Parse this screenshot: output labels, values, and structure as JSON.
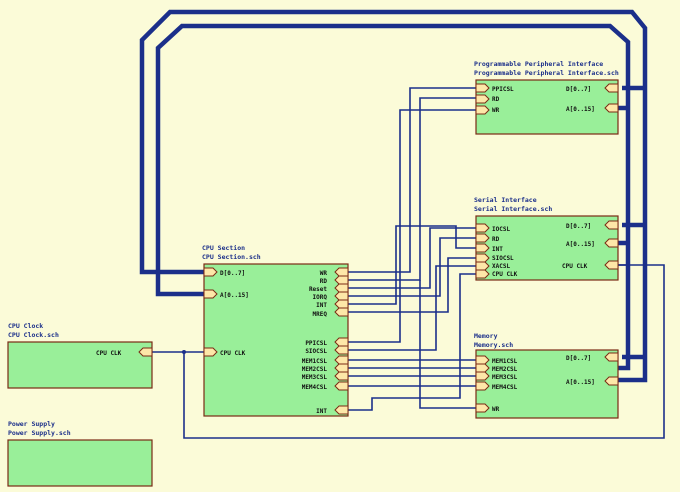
{
  "sheets": {
    "prog_periph": {
      "titles": [
        "Programmable Peripheral Interface",
        "Programmable Peripheral Interface.sch"
      ],
      "left_ports": [
        "PPICSL",
        "RD",
        "WR"
      ],
      "right_ports": [
        "D[0..7]",
        "A[0..15]"
      ]
    },
    "serial": {
      "titles": [
        "Serial Interface",
        "Serial Interface.sch"
      ],
      "left_ports": [
        "IOCSL",
        "RD",
        "INT",
        "SIOCSL",
        "XACSL",
        "CPU CLK"
      ],
      "right_ports": [
        "D[0..7]",
        "A[0..15]",
        "CPU CLK"
      ]
    },
    "cpu": {
      "titles": [
        "CPU Section",
        "CPU Section.sch"
      ],
      "left_ports": [
        "D[0..7]",
        "A[0..15]",
        "CPU CLK"
      ],
      "right_ports_top": [
        "WR",
        "RD",
        "Reset",
        "IORQ",
        "INT",
        "MREQ"
      ],
      "right_ports_bottom": [
        "PPICSL",
        "SIOCSL",
        "MEM1CSL",
        "MEM2CSL",
        "MEM3CSL",
        "MEM4CSL"
      ],
      "right_port_last": "INT"
    },
    "cpu_clock": {
      "titles": [
        "CPU Clock",
        "CPU Clock.sch"
      ],
      "right_ports": [
        "CPU CLK"
      ]
    },
    "memory": {
      "titles": [
        "Memory",
        "Memory.sch"
      ],
      "left_ports": [
        "MEM1CSL",
        "MEM2CSL",
        "MEM3CSL",
        "MEM4CSL",
        "WR"
      ],
      "right_ports": [
        "D[0..7]",
        "A[0..15]"
      ]
    },
    "power": {
      "titles": [
        "Power Supply",
        "Power Supply.sch"
      ]
    }
  },
  "colors": {
    "background": "#fbfbd8",
    "sheet_fill": "#99ef99",
    "sheet_border": "#7a2a14",
    "wire": "#1b2f8a",
    "port_fill": "#fde7a8"
  }
}
